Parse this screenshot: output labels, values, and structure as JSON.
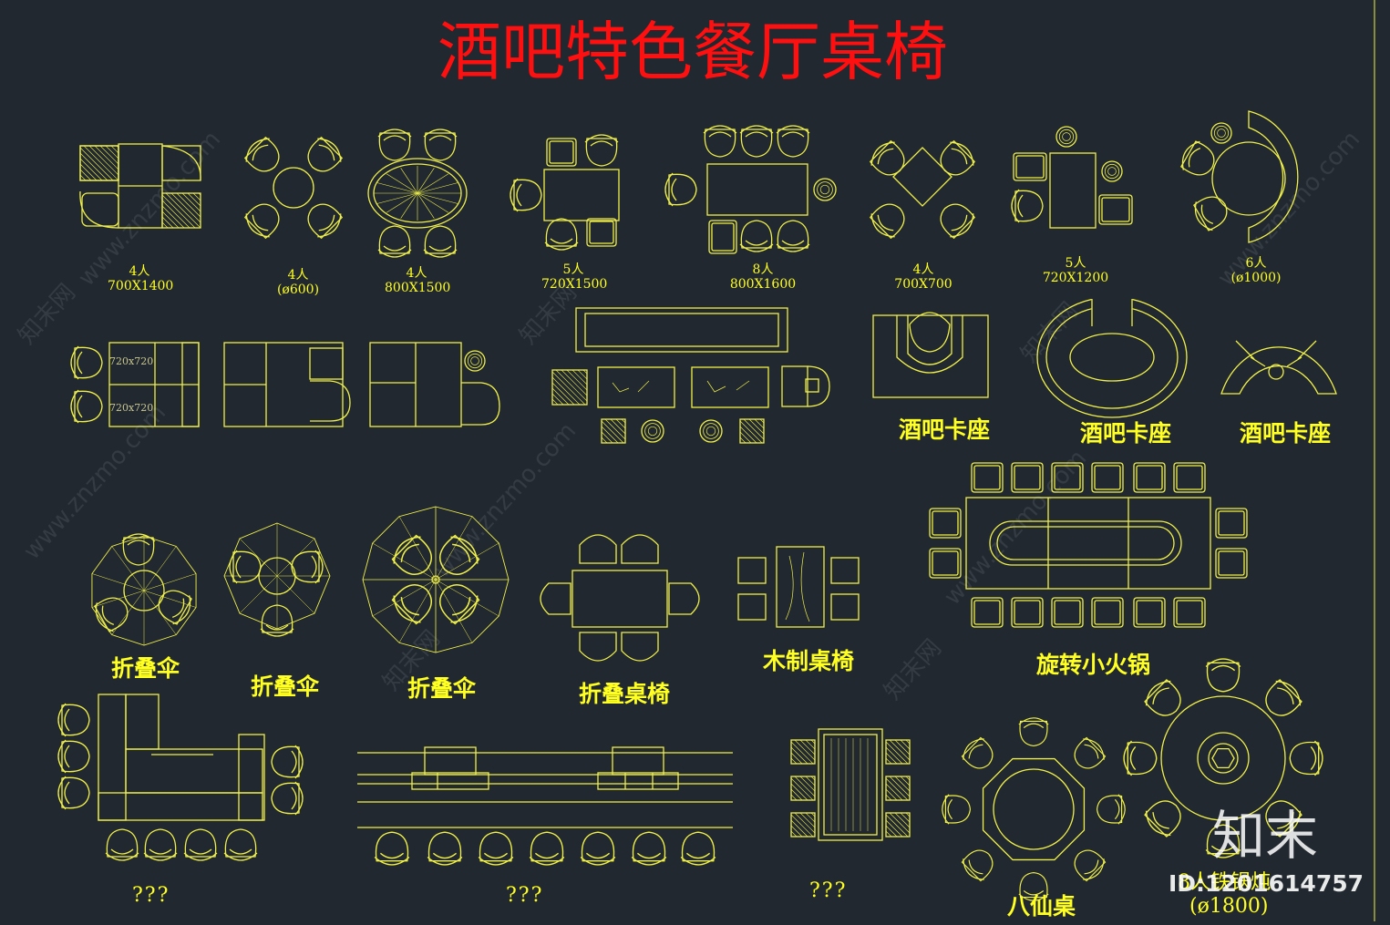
{
  "title": "酒吧特色餐厅桌椅",
  "colors": {
    "background": "#212830",
    "line": "#f0f04a",
    "title": "#ff1010",
    "label": "#ffff22"
  },
  "specs": [
    {
      "count": "4人",
      "size": "700X1400"
    },
    {
      "count": "4人",
      "size": "(ø600)"
    },
    {
      "count": "4人",
      "size": "800X1500"
    },
    {
      "count": "5人",
      "size": "720X1500"
    },
    {
      "count": "8人",
      "size": "800X1600"
    },
    {
      "count": "4人",
      "size": "700X700"
    },
    {
      "count": "5人",
      "size": "720X1200"
    },
    {
      "count": "6人",
      "size": "(ø1000)"
    }
  ],
  "booth_dims": [
    "720x720",
    "720x720"
  ],
  "captions": {
    "bar_booth_1": "酒吧卡座",
    "bar_booth_2": "酒吧卡座",
    "bar_booth_3": "酒吧卡座",
    "umbrella_1": "折叠伞",
    "umbrella_2": "折叠伞",
    "umbrella_3": "折叠伞",
    "folding_set": "折叠桌椅",
    "wood_set": "木制桌椅",
    "hotpot": "旋转小火锅",
    "unknown_1": "???",
    "unknown_2": "???",
    "unknown_3": "???",
    "eight_immortals": "八仙桌",
    "wok_label": "8人铁锅炖",
    "wok_size": "(ø1800)"
  },
  "watermark": {
    "logo": "知末",
    "id": "ID:1201614757",
    "site": "www.znzmo.com",
    "brand": "知末网"
  }
}
